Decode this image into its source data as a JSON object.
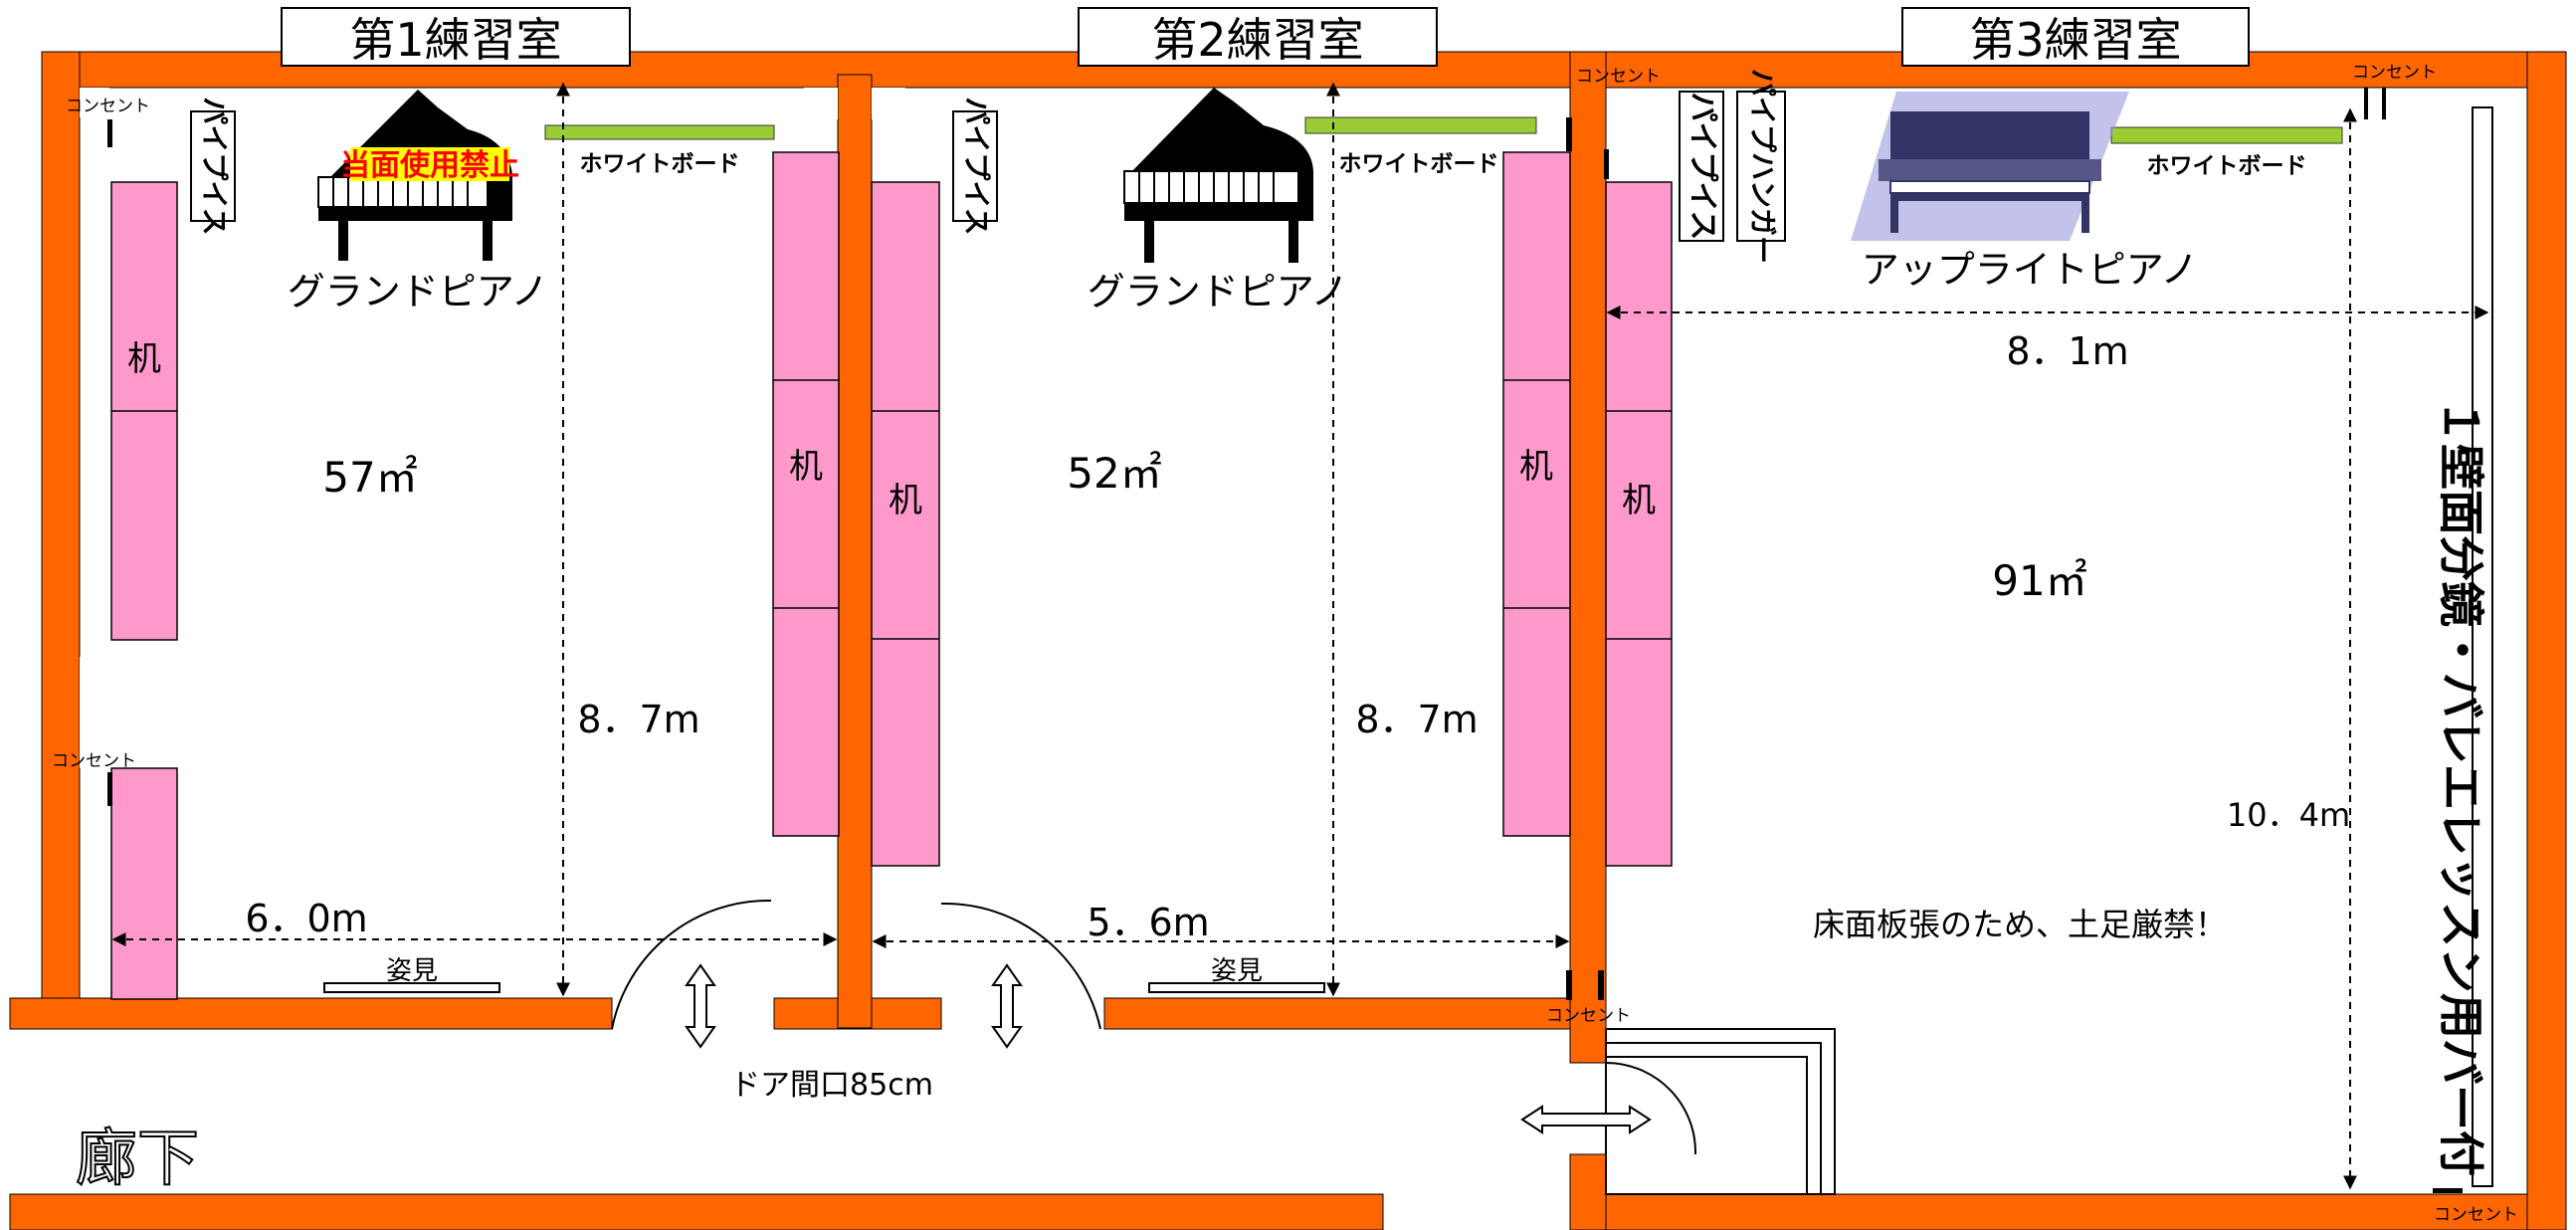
{
  "rooms": [
    {
      "title": "第1練習室",
      "area": "57㎡",
      "height": "8．7m",
      "width": "6．0m",
      "piano": "グランドピアノ",
      "piano_notice": "当面使用禁止",
      "board": "ホワイトボード",
      "pipe_chair": "パイプイス",
      "desk": "机",
      "mirror": "姿見"
    },
    {
      "title": "第2練習室",
      "area": "52㎡",
      "height": "8．7m",
      "width": "5．6m",
      "piano": "グランドピアノ",
      "board": "ホワイトボード",
      "pipe_chair": "パイプイス",
      "desk": "机",
      "mirror": "姿見"
    },
    {
      "title": "第3練習室",
      "area": "91㎡",
      "height": "10．4m",
      "width": "8．1m",
      "piano": "アップライトピアノ",
      "board": "ホワイトボード",
      "pipe_chair": "パイプイス",
      "hanger": "パイプハンガー",
      "desk": "机",
      "floor_note": "床面板張のため、土足厳禁！",
      "mirror_wall": "１壁面分鏡・バレエレッスン用バー付"
    }
  ],
  "outlet": "コンセント",
  "door_note": "ドア間口85cm",
  "corridor": "廊下",
  "colors": {
    "wall": "#FF6600",
    "desk": "#FF99CC",
    "board": "#99CC33",
    "piano": "#000000",
    "upright": "#333366"
  }
}
